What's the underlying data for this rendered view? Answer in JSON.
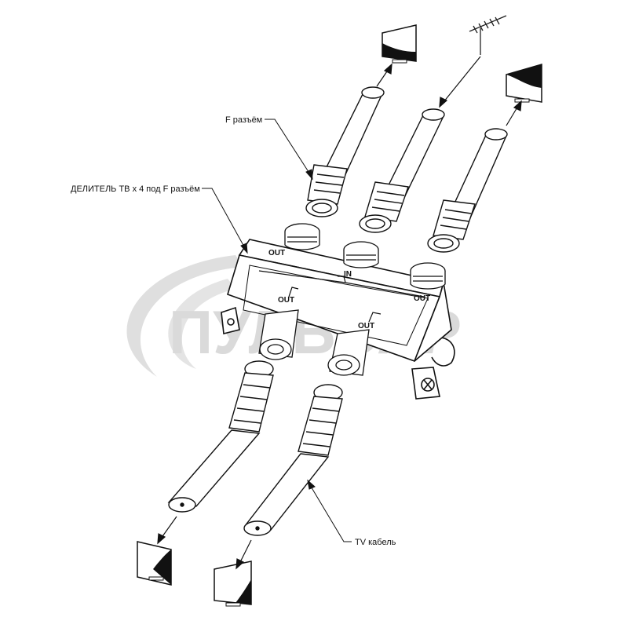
{
  "watermark": {
    "brand": "ПУЛЬСАР"
  },
  "callouts": {
    "f_connector": "F разъём",
    "splitter": "ДЕЛИТЕЛЬ ТВ х 4 под F разъём",
    "tv_cable": "TV кабель"
  },
  "ports": {
    "in": "IN",
    "out_top_left": "OUT",
    "out_mid_left": "OUT",
    "out_right": "OUT",
    "out_bottom": "OUT"
  },
  "icons": {
    "antenna": "antenna-icon",
    "tv": "tv-icon"
  }
}
